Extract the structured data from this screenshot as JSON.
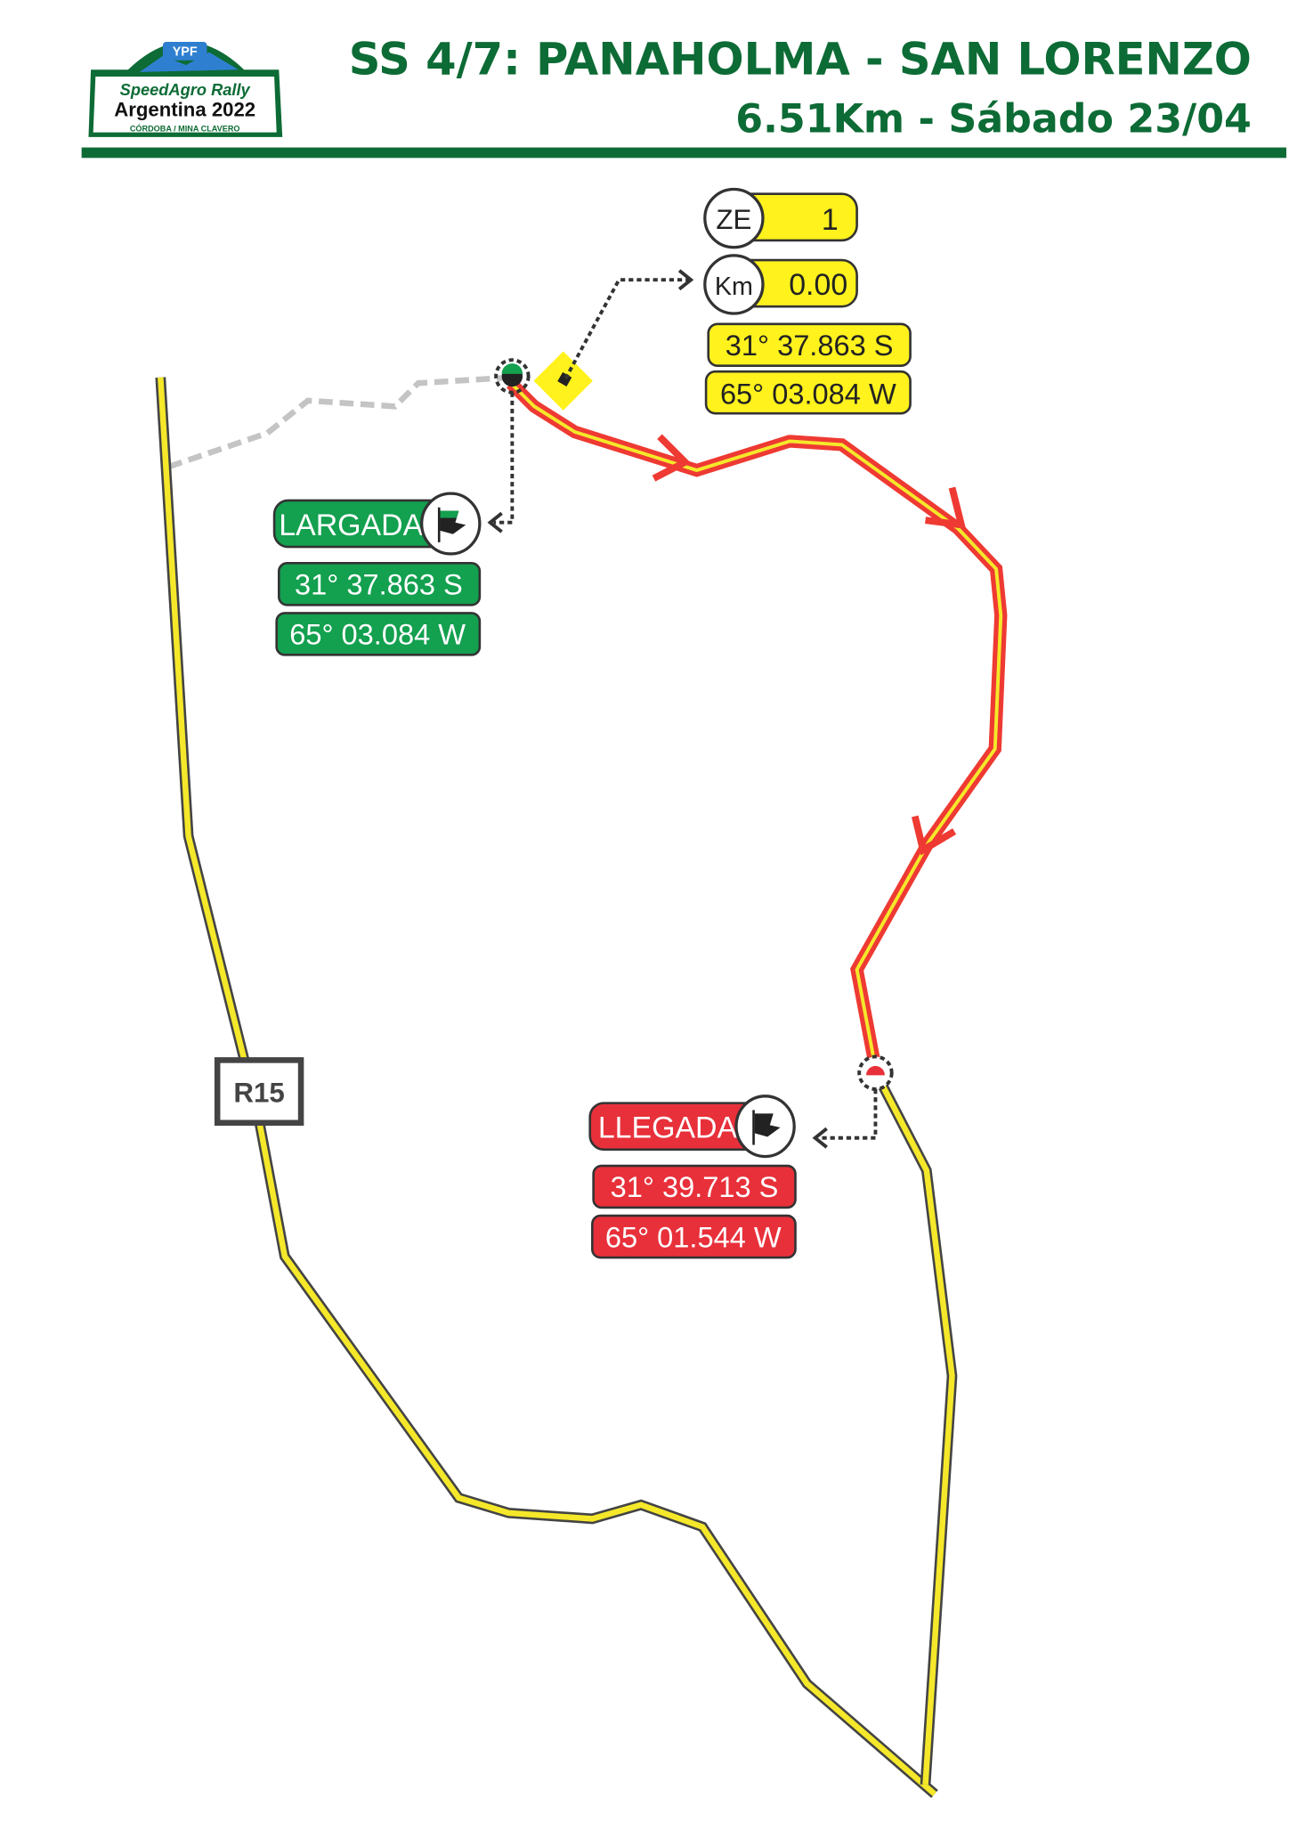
{
  "header": {
    "title": "SS 4/7: PANAHOLMA - SAN LORENZO",
    "subtitle": "6.51Km - Sábado 23/04"
  },
  "logo": {
    "badge": "YPF",
    "line1": "SpeedAgro Rally",
    "line2": "Argentina 2022",
    "line3": "CÓRDOBA / MINA CLAVERO"
  },
  "zone": {
    "ze_label": "ZE",
    "ze_value": "1",
    "km_label": "Km",
    "km_value": "0.00",
    "lat": "31° 37.863 S",
    "lon": "65° 03.084 W"
  },
  "start": {
    "label": "LARGADA",
    "lat": "31° 37.863 S",
    "lon": "65° 03.084 W"
  },
  "finish": {
    "label": "LLEGADA",
    "lat": "31° 39.713 S",
    "lon": "65° 01.544 W"
  },
  "road_sign": "R15",
  "colors": {
    "brand_green": "#0d6b35",
    "start_green": "#13a04f",
    "finish_red": "#e8303a",
    "stage_red": "#ee3a33",
    "road_yellow": "#f5e82a",
    "zone_yellow": "#fff21d"
  }
}
